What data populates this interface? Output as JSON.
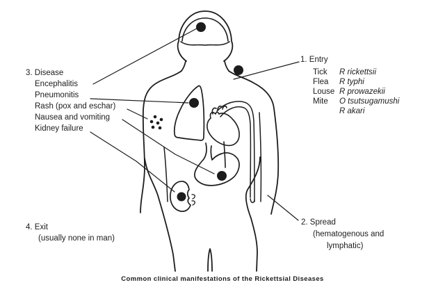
{
  "figure": {
    "caption": "Common clinical manifestations of the Rickettsial Diseases",
    "ink_color": "#1c1c1c",
    "background_color": "#ffffff"
  },
  "entry": {
    "label": "1. Entry",
    "rows": [
      {
        "vector": "Tick",
        "organism": "R rickettsii"
      },
      {
        "vector": "Flea",
        "organism": "R typhi"
      },
      {
        "vector": "Louse",
        "organism": "R prowazekii"
      },
      {
        "vector": "Mite",
        "organism": "O tsutsugamushi"
      },
      {
        "vector": "",
        "organism": "R akari"
      }
    ]
  },
  "spread": {
    "label": "2. Spread",
    "note_line1": "(hematogenous and",
    "note_line2": "lymphatic)"
  },
  "disease": {
    "label": "3. Disease",
    "items": [
      "Encephalitis",
      "Pneumonitis",
      "Rash (pox and eschar)",
      "Nausea and vomiting",
      "Kidney failure"
    ]
  },
  "exit": {
    "label": "4. Exit",
    "note": "(usually none in man)"
  }
}
